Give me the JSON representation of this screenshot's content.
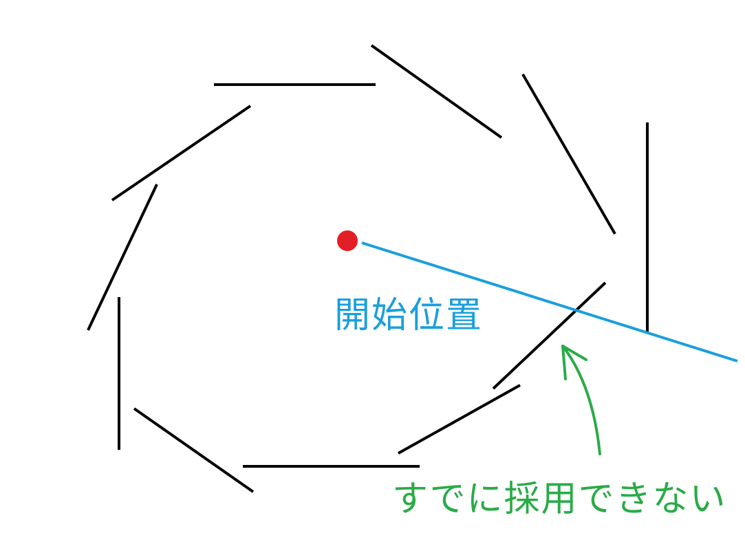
{
  "labels": {
    "start_position": "開始位置",
    "cannot_use_already": "すでに採用できない"
  },
  "colors": {
    "wall": "#000000",
    "start_point": "#e41e25",
    "ray": "#1a9fdc",
    "annotation": "#2aab48",
    "background": "#ffffff"
  },
  "shapes": {
    "wall_segments": "black-line-segments",
    "start_point": "red-dot",
    "ray": "blue-line",
    "arrow": "green-curved-arrow"
  }
}
